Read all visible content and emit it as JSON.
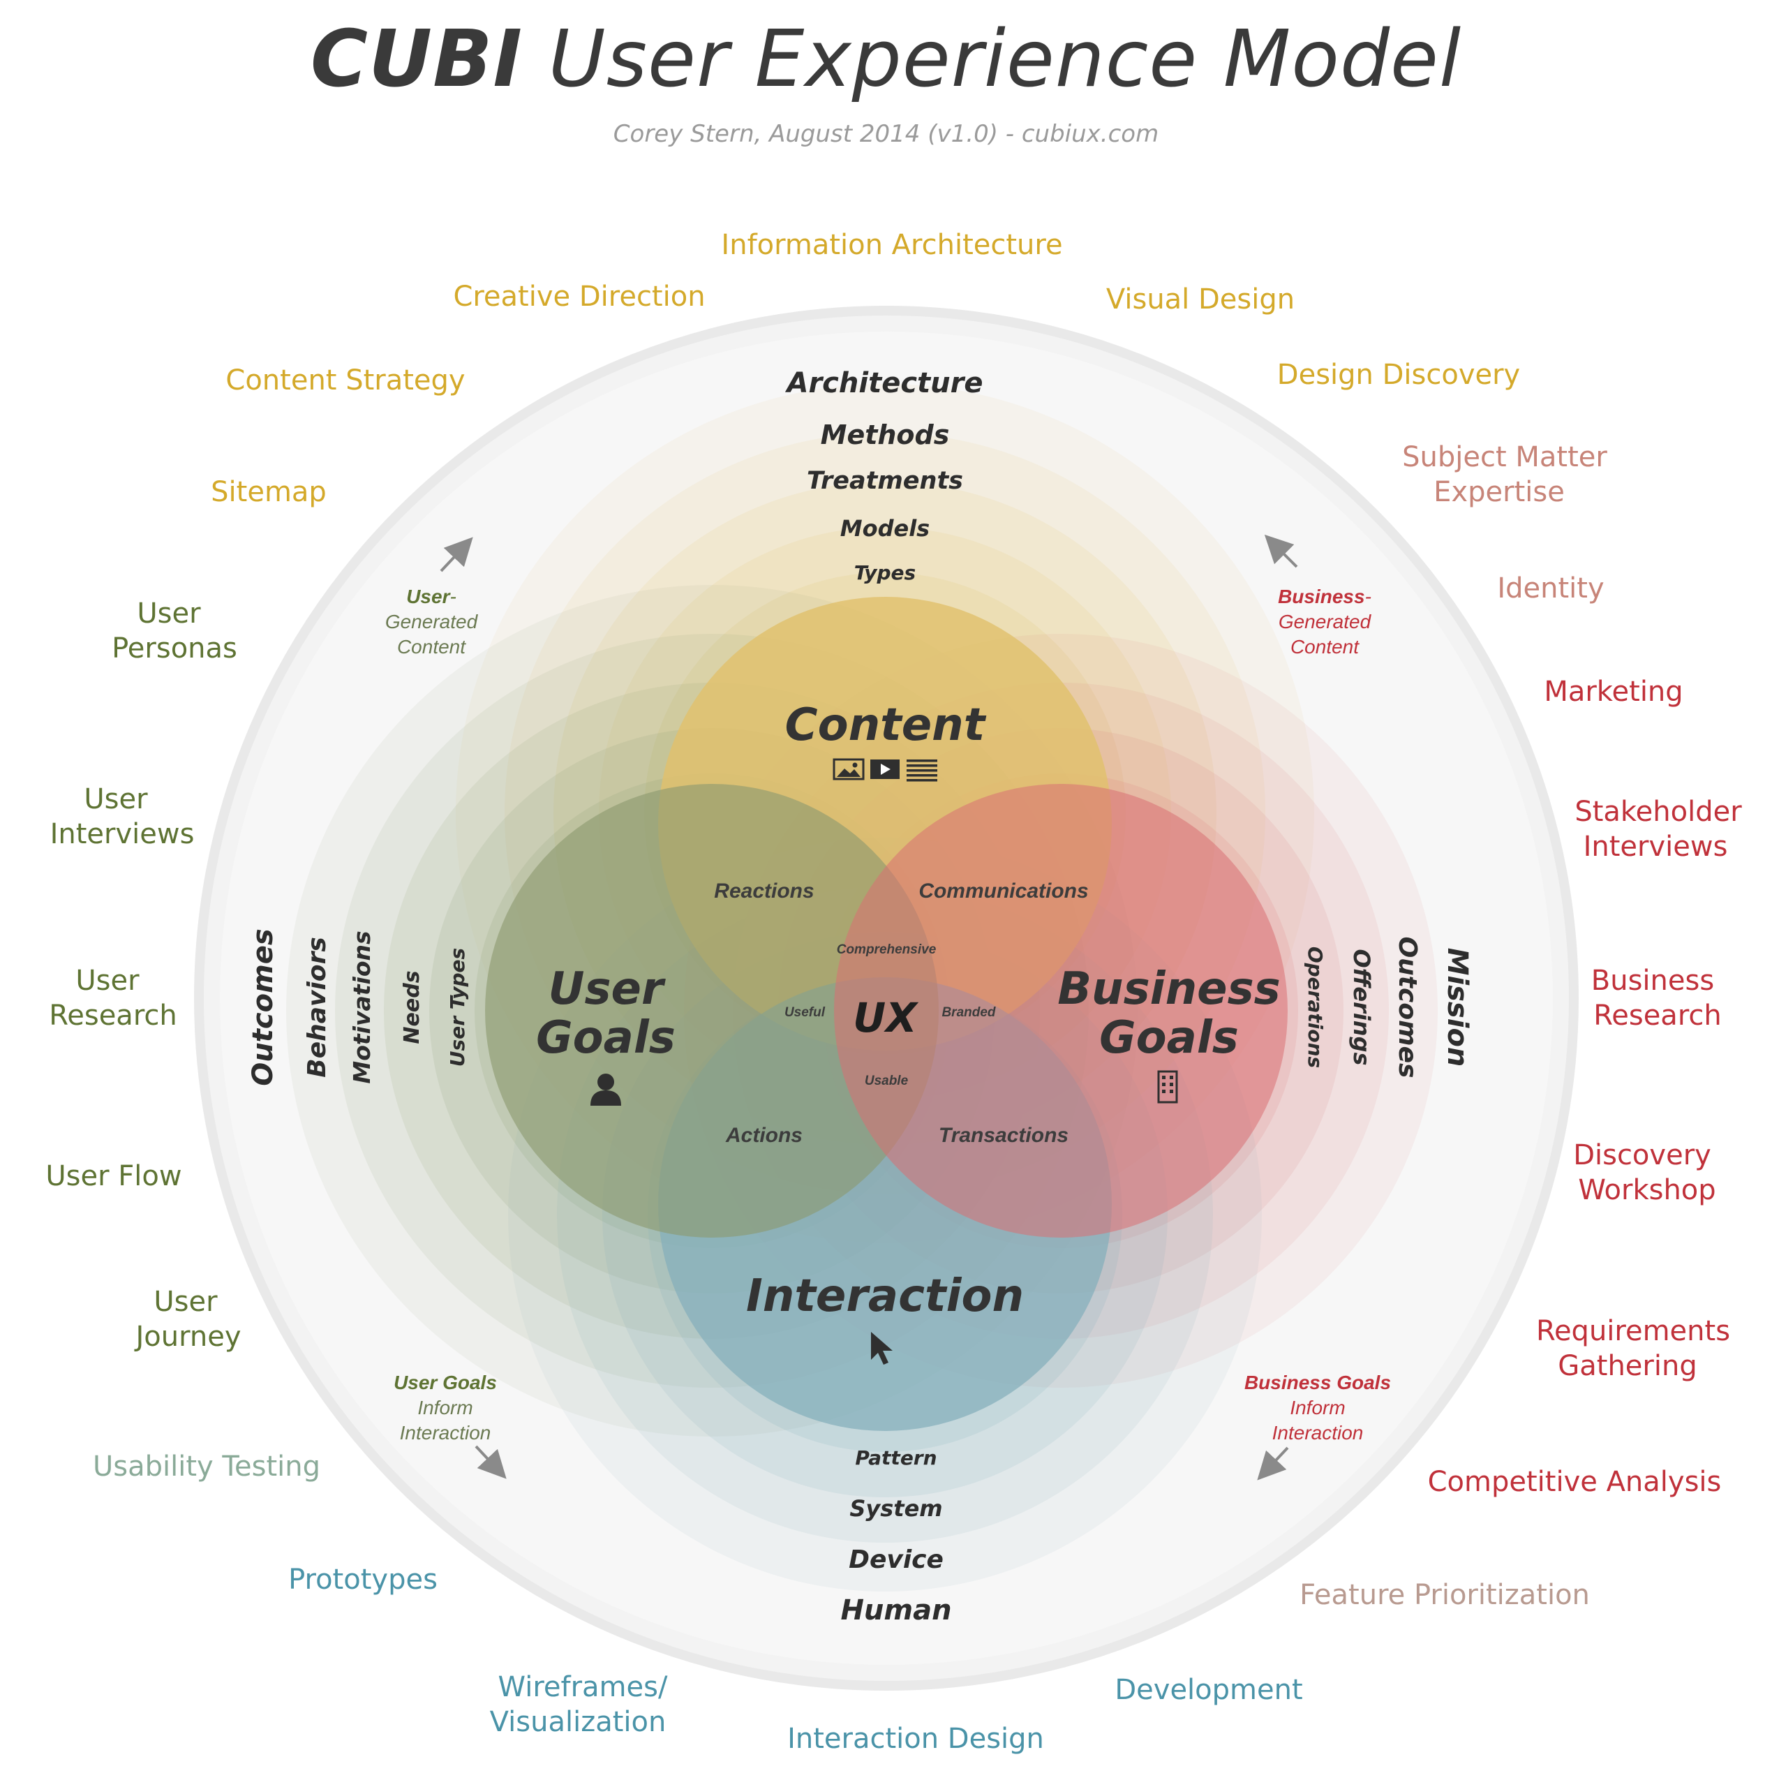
{
  "title": {
    "bold": "CUBI",
    "rest": "User Experience Model"
  },
  "subtitle": "Corey Stern, August 2014  (v1.0)  - cubiux.com",
  "colors": {
    "content": "#e3c46e",
    "user": "#8a9a6e",
    "business": "#dc7878",
    "interaction": "#7aaab8",
    "outer_ring": "#f1f1f1",
    "text_dark": "#333333",
    "content_practice": "#d4a92a",
    "user_practice": "#5e7333",
    "business_practice": "#c0313a",
    "business_practice_light": "#c78478",
    "interaction_practice": "#4a93a8",
    "muted_green": "#8aaa98",
    "muted_rose": "#b89a90"
  },
  "core": {
    "content": "Content",
    "user_goals": [
      "User",
      "Goals"
    ],
    "business_goals": [
      "Business",
      "Goals"
    ],
    "interaction": "Interaction",
    "ux": "UX"
  },
  "overlaps": {
    "reactions": "Reactions",
    "communications": "Communications",
    "actions": "Actions",
    "transactions": "Transactions",
    "comprehensive": "Comprehensive",
    "useful": "Useful",
    "branded": "Branded",
    "usable": "Usable"
  },
  "content_layers": [
    "Types",
    "Models",
    "Treatments",
    "Methods",
    "Architecture"
  ],
  "user_layers": [
    "User Types",
    "Needs",
    "Motivations",
    "Behaviors",
    "Outcomes"
  ],
  "business_layers": [
    "Operations",
    "Offerings",
    "Outcomes",
    "Mission"
  ],
  "interaction_layers": [
    "Pattern",
    "System",
    "Device",
    "Human"
  ],
  "notes": {
    "ugc": {
      "bold": "User",
      "tail": "-",
      "lines": [
        "Generated",
        "Content"
      ]
    },
    "bgc": {
      "bold": "Business",
      "tail": "-",
      "lines": [
        "Generated",
        "Content"
      ]
    },
    "ugi": {
      "bold": "User Goals",
      "lines": [
        "Inform",
        "Interaction"
      ]
    },
    "bgi": {
      "bold": "Business Goals",
      "lines": [
        "Inform",
        "Interaction"
      ]
    }
  },
  "icons": {
    "content": [
      "image-icon",
      "video-play-icon",
      "text-lines-icon"
    ],
    "user": "user-icon",
    "business": "building-icon",
    "interaction": "cursor-arrow-icon"
  },
  "practices": {
    "information_architecture": "Information Architecture",
    "creative_direction": "Creative Direction",
    "visual_design": "Visual Design",
    "content_strategy": "Content Strategy",
    "design_discovery": "Design Discovery",
    "sitemap": "Sitemap",
    "subject_matter_expertise": [
      "Subject Matter",
      "Expertise"
    ],
    "identity": "Identity",
    "user_personas": [
      "User",
      "Personas"
    ],
    "marketing": "Marketing",
    "user_interviews": [
      "User",
      "Interviews"
    ],
    "stakeholder_interviews": [
      "Stakeholder",
      "Interviews"
    ],
    "user_research": [
      "User",
      "Research"
    ],
    "business_research": [
      "Business",
      "Research"
    ],
    "user_flow": "User Flow",
    "discovery_workshop": [
      "Discovery",
      "Workshop"
    ],
    "user_journey": [
      "User",
      "Journey"
    ],
    "requirements_gathering": [
      "Requirements",
      "Gathering"
    ],
    "usability_testing": "Usability Testing",
    "competitive_analysis": "Competitive Analysis",
    "prototypes": "Prototypes",
    "feature_prioritization": "Feature Prioritization",
    "wireframes_visualization": [
      "Wireframes/",
      "Visualization"
    ],
    "development": "Development",
    "interaction_design": "Interaction Design"
  }
}
